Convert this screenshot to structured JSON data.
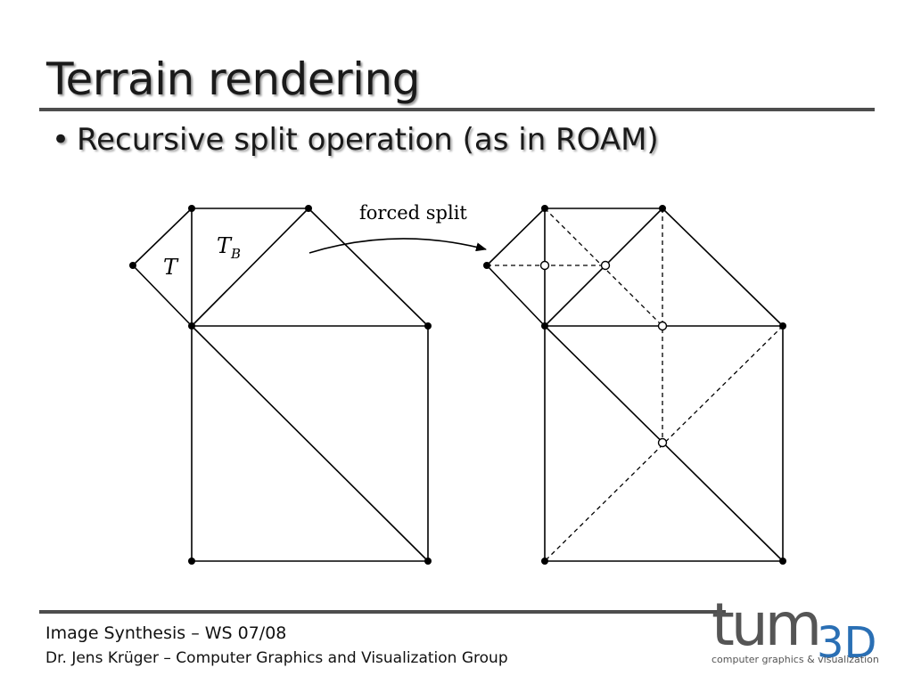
{
  "slide": {
    "title": "Terrain rendering",
    "bullet": "Recursive split operation (as in ROAM)"
  },
  "diagram": {
    "label_T": "T",
    "label_TB": "T",
    "label_TB_sub": "B",
    "arrow_label": "forced split"
  },
  "footer": {
    "course": "Image Synthesis – WS 07/08",
    "author": "Dr. Jens Krüger – Computer Graphics and Visualization Group"
  },
  "logo": {
    "mark": "tum",
    "mark_3d": "3D",
    "tagline": "computer graphics & visualization",
    "color_gray": "#555555",
    "color_blue": "#2a6fb4"
  }
}
